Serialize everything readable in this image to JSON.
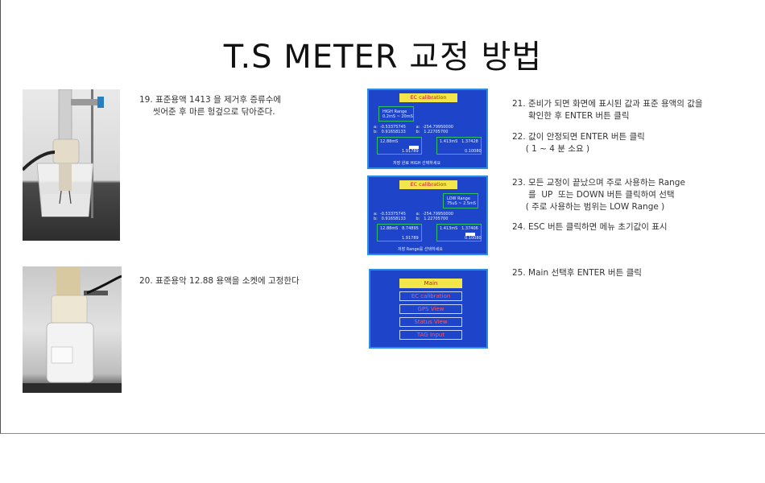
{
  "title": "T.S METER 교정 방법",
  "steps": {
    "s19": "19. 표준용액 1413 을 제거후 증류수에\n     씻어준 후 마른 헝겊으로 닦아준다.",
    "s20": "20. 표준용악 12.88 용액을 소켓에 고정한다",
    "s21": "21. 준비가 되면 화면에 표시된 값과 표준 용액의 값을\n      확인한 후 ENTER 버튼 클릭",
    "s22": "22. 값이 안정되면 ENTER 버튼 클릭\n     ( 1 ~ 4 분 소요 )",
    "s23": "23. 모든 교정이 끝났으며 주로 사용하는 Range\n      를  UP  또는 DOWN 버튼 클릭하여 선택\n     ( 주로 사용하는 범위는 LOW Range )",
    "s24": "24. ESC 버튼 클릭하면 메뉴 초기값이 표시",
    "s25": "25. Main 선택후 ENTER 버튼 클릭"
  },
  "screen1": {
    "title": "EC calibration",
    "range": "HIGH Range\n0.2mS ~ 20mS",
    "row1": "a:  -0.53375745        a:  -254.79950000\nb:   0.91658133        b:   1.22705700",
    "val_left": "12.88mS",
    "val_left2": "1.91789",
    "val_right": "1.413mS   1.37428",
    "val_right2": "0.10080",
    "footer": "저장 완료 HIGH 선택하세요"
  },
  "screen2": {
    "title": "EC calibration",
    "range": "LOW Range\n75uS ~ 2.5mS",
    "row1": "a:  -0.53375745        a:  -254.79950000\nb:   0.91658133        b:   1.22705700",
    "val_left": "12.88mS   8.74895",
    "val_left2": "1.91789",
    "val_right": "1.413mS   1.37406",
    "val_right2": "0.10080",
    "footer": "저장 Range를 선택하세요"
  },
  "screen3": {
    "title": "Main",
    "items": [
      "EC  calibration",
      "GPS View",
      "Status View",
      "TAG Input"
    ]
  }
}
